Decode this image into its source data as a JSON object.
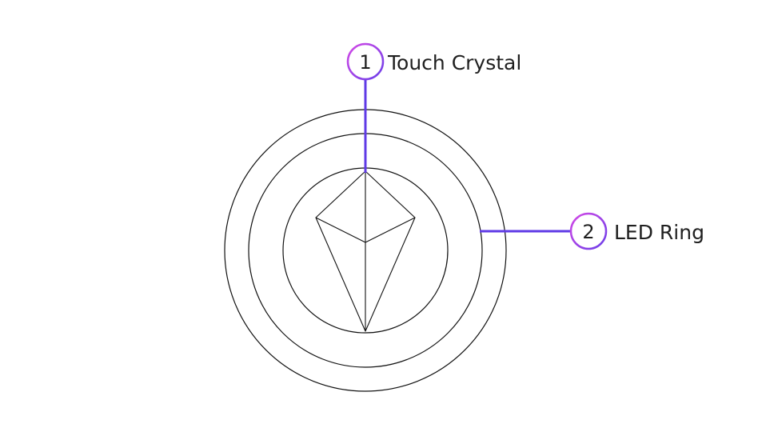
{
  "colors": {
    "leader_line": "#5f3ae6",
    "badge_gradient_start": "#d449e6",
    "badge_gradient_end": "#6a3ee8",
    "outline": "#111111",
    "text": "#1f1f1f",
    "background": "#ffffff"
  },
  "callouts": [
    {
      "number": "1",
      "label": "Touch Crystal"
    },
    {
      "number": "2",
      "label": "LED Ring"
    }
  ]
}
